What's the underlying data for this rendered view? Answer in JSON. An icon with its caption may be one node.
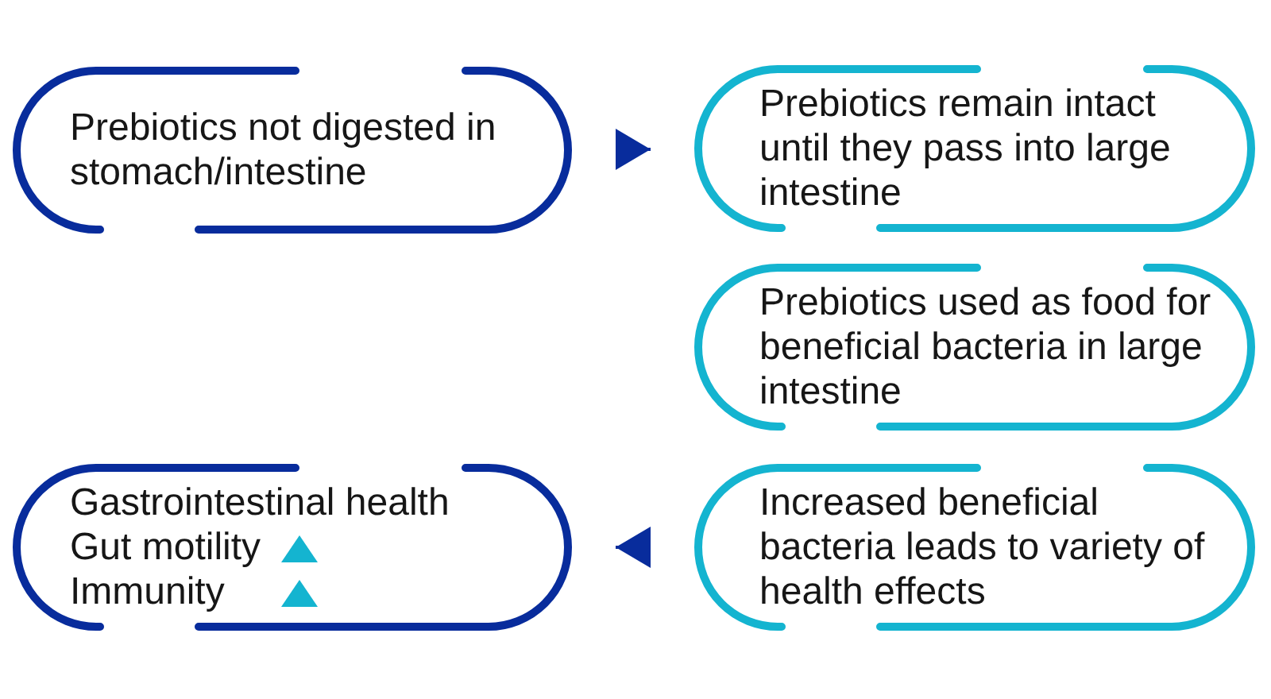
{
  "diagram": {
    "nodes": [
      {
        "text": [
          "Prebiotics not digested in stomach/intestine"
        ]
      },
      {
        "text": [
          "Prebiotics remain intact until they pass into large intestine"
        ]
      },
      {
        "text": [
          "Prebiotics used as food for beneficial bacteria in large intestine"
        ]
      },
      {
        "text": [
          "Increased beneficial bacteria leads to variety of health effects"
        ]
      },
      {
        "text": [
          "Gastrointestinal health",
          "Gut motility",
          "Immunity"
        ]
      }
    ],
    "edges": [
      {
        "from": 0,
        "to": 1,
        "arrow": "to"
      },
      {
        "from": 3,
        "to": 4,
        "arrow": "to"
      }
    ]
  }
}
